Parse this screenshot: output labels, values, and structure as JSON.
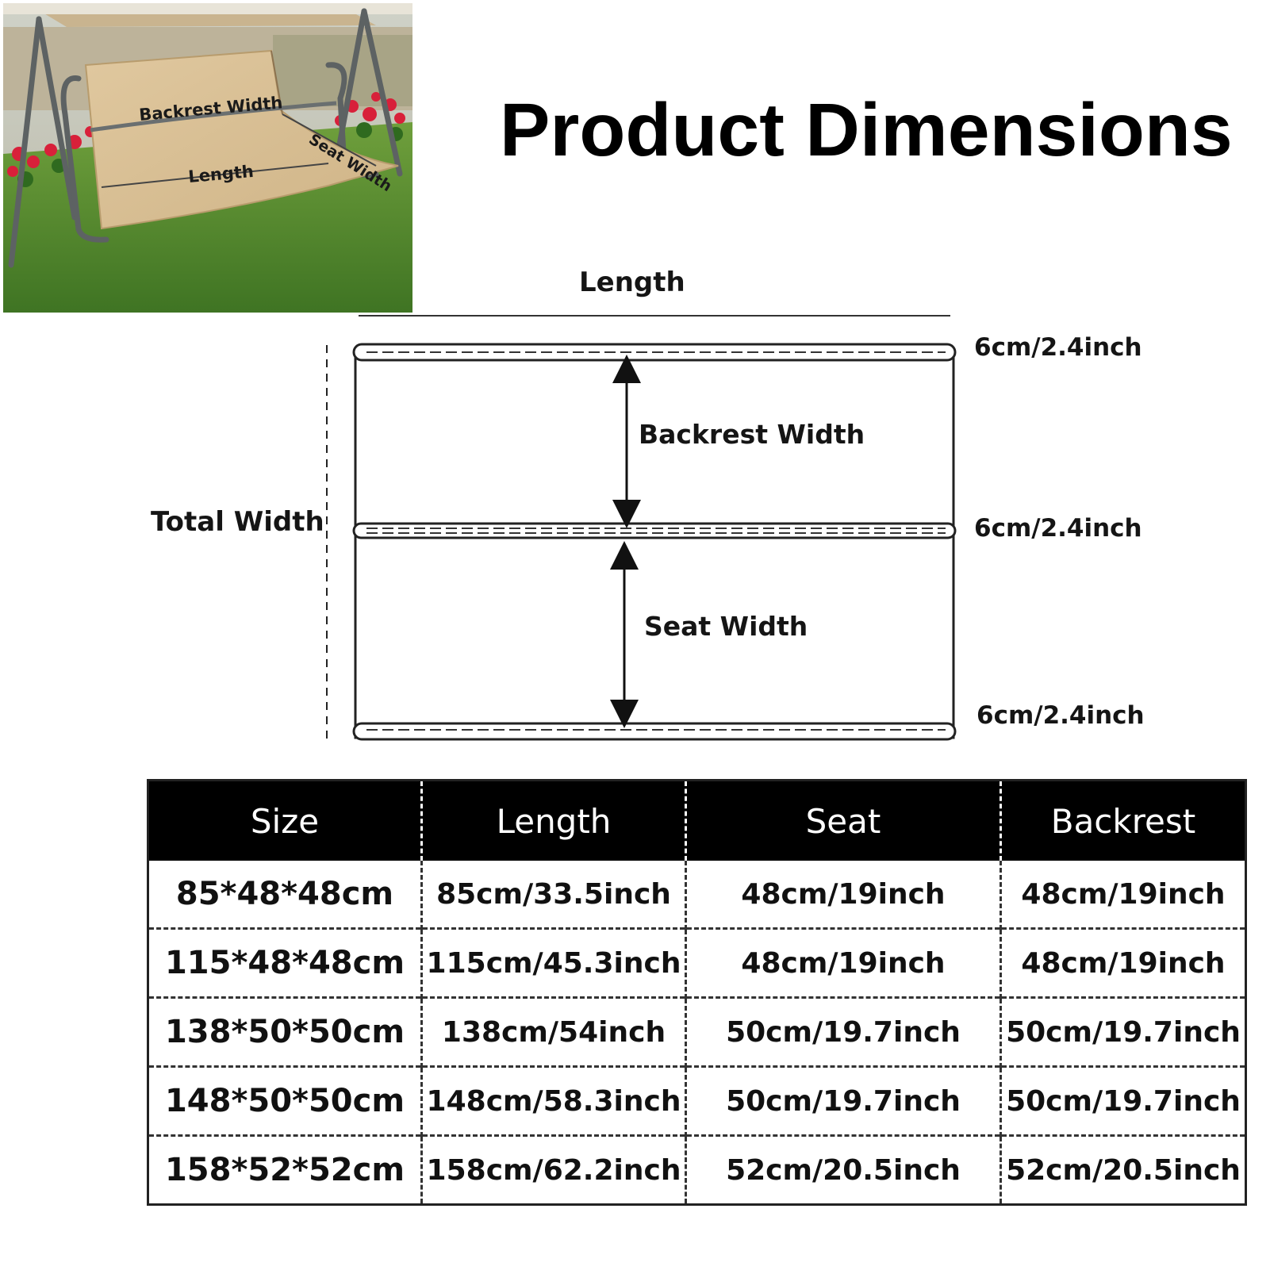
{
  "title": "Product Dimensions",
  "photo": {
    "labels": {
      "backrest": "Backrest Width",
      "seat": "Seat Width",
      "length": "Length"
    }
  },
  "diagram": {
    "length": "Length",
    "total_width": "Total Width",
    "backrest_width": "Backrest Width",
    "seat_width": "Seat Width",
    "hem_top": "6cm/2.4inch",
    "hem_middle": "6cm/2.4inch",
    "hem_bottom": "6cm/2.4inch"
  },
  "table": {
    "headers": [
      "Size",
      "Length",
      "Seat",
      "Backrest"
    ],
    "rows": [
      [
        "85*48*48cm",
        "85cm/33.5inch",
        "48cm/19inch",
        "48cm/19inch"
      ],
      [
        "115*48*48cm",
        "115cm/45.3inch",
        "48cm/19inch",
        "48cm/19inch"
      ],
      [
        "138*50*50cm",
        "138cm/54inch",
        "50cm/19.7inch",
        "50cm/19.7inch"
      ],
      [
        "148*50*50cm",
        "148cm/58.3inch",
        "50cm/19.7inch",
        "50cm/19.7inch"
      ],
      [
        "158*52*52cm",
        "158cm/62.2inch",
        "52cm/20.5inch",
        "52cm/20.5inch"
      ]
    ]
  },
  "colors": {
    "canopy": "#d9c299",
    "grass": "#4f8a2c",
    "frame": "#5d6263",
    "flowers": "#d8203a",
    "header_bg": "#000000"
  }
}
